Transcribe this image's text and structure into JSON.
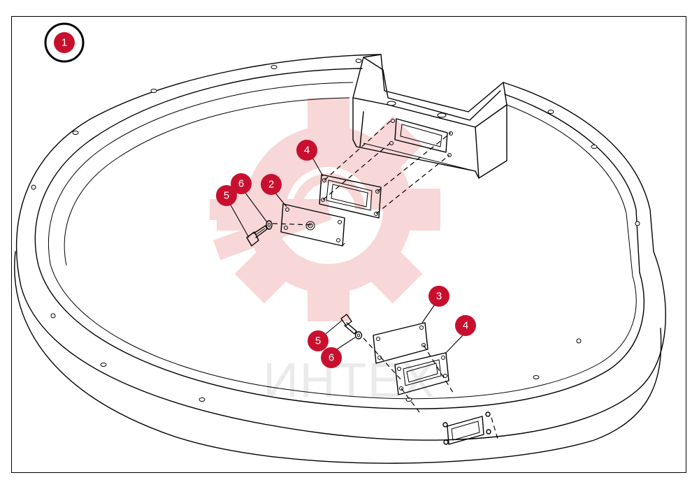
{
  "figure": {
    "index_label": "1",
    "watermark_text": "ИНТЕХ",
    "callouts": {
      "upper_4": "4",
      "upper_2": "2",
      "upper_6": "6",
      "upper_5": "5",
      "lower_3": "3",
      "lower_4": "4",
      "lower_5": "5",
      "lower_6": "6"
    }
  },
  "colors": {
    "callout_red": "#c8102e",
    "watermark_red": "#f2b8b8",
    "watermark_gray": "#d9d9d9",
    "line": "#000000"
  }
}
